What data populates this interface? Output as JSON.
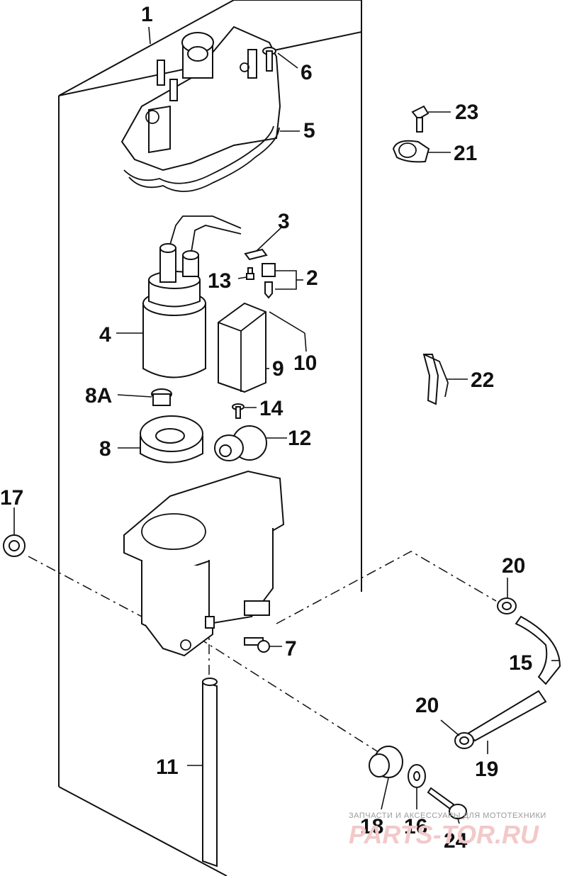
{
  "labels": {
    "p1": "1",
    "p2": "2",
    "p3": "3",
    "p4": "4",
    "p5": "5",
    "p6": "6",
    "p7": "7",
    "p8": "8",
    "p8a": "8A",
    "p9": "9",
    "p10": "10",
    "p11": "11",
    "p12": "12",
    "p13": "13",
    "p14": "14",
    "p15": "15",
    "p16": "16",
    "p17": "17",
    "p18": "18",
    "p19": "19",
    "p20a": "20",
    "p20b": "20",
    "p21": "21",
    "p22": "22",
    "p23": "23",
    "p24": "24"
  },
  "watermark": {
    "tagline": "ЗАПЧАСТИ И АКСЕССУАРЫ ДЛЯ МОТОТЕХНИКИ",
    "brand": "PARTS-TOR.RU"
  }
}
